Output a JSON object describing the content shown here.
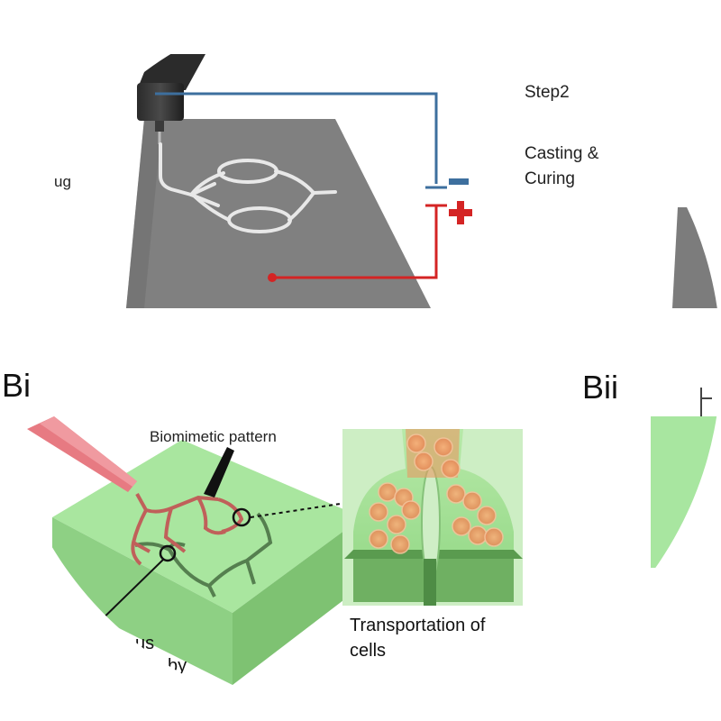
{
  "top": {
    "partial_label": "ug",
    "step_label": "Step2",
    "casting_line1": "Casting &",
    "casting_line2": "Curing",
    "minus_symbol": "−",
    "plus_symbol": "+"
  },
  "bottom": {
    "panel_bi": "Bi",
    "panel_bii": "Bii",
    "biomimetic_label": "Biomimetic pattern",
    "transport_line1": "Transportation of",
    "transport_line2": "cells",
    "cut_label_1": "us",
    "cut_label_2": "by"
  },
  "colors": {
    "plate": "#7f7f7f",
    "wire_blue": "#3d6f9e",
    "wire_red": "#d42424",
    "chip_green": "#a8e6a0",
    "channel_red": "#c0605a",
    "channel_green": "#4f7f4a"
  }
}
